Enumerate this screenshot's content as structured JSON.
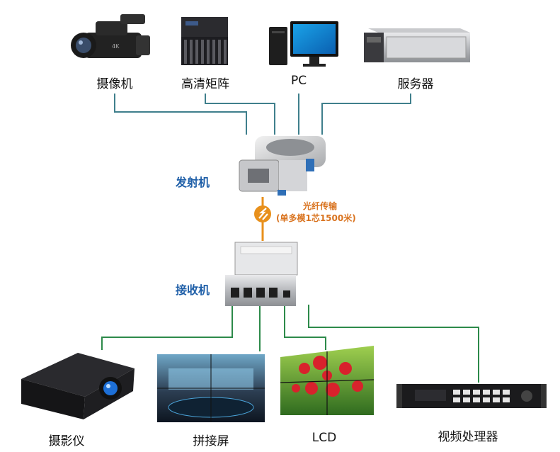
{
  "sources": {
    "camera": "摄像机",
    "matrix": "高清矩阵",
    "pc": "PC",
    "server": "服务器"
  },
  "transmitter": "发射机",
  "fiber": {
    "line1": "光纤传输",
    "line2": "(单多模1芯1500米)"
  },
  "receiver": "接收机",
  "outputs": {
    "projector": "摄影仪",
    "splice_wall": "拼接屏",
    "lcd": "LCD",
    "video_processor": "视频处理器"
  },
  "colors": {
    "input_line": "#3f7f8c",
    "output_line": "#2d8a4a",
    "fiber_line": "#e8901c",
    "label_blue": "#1f5fa8",
    "label_orange": "#d9731f"
  }
}
